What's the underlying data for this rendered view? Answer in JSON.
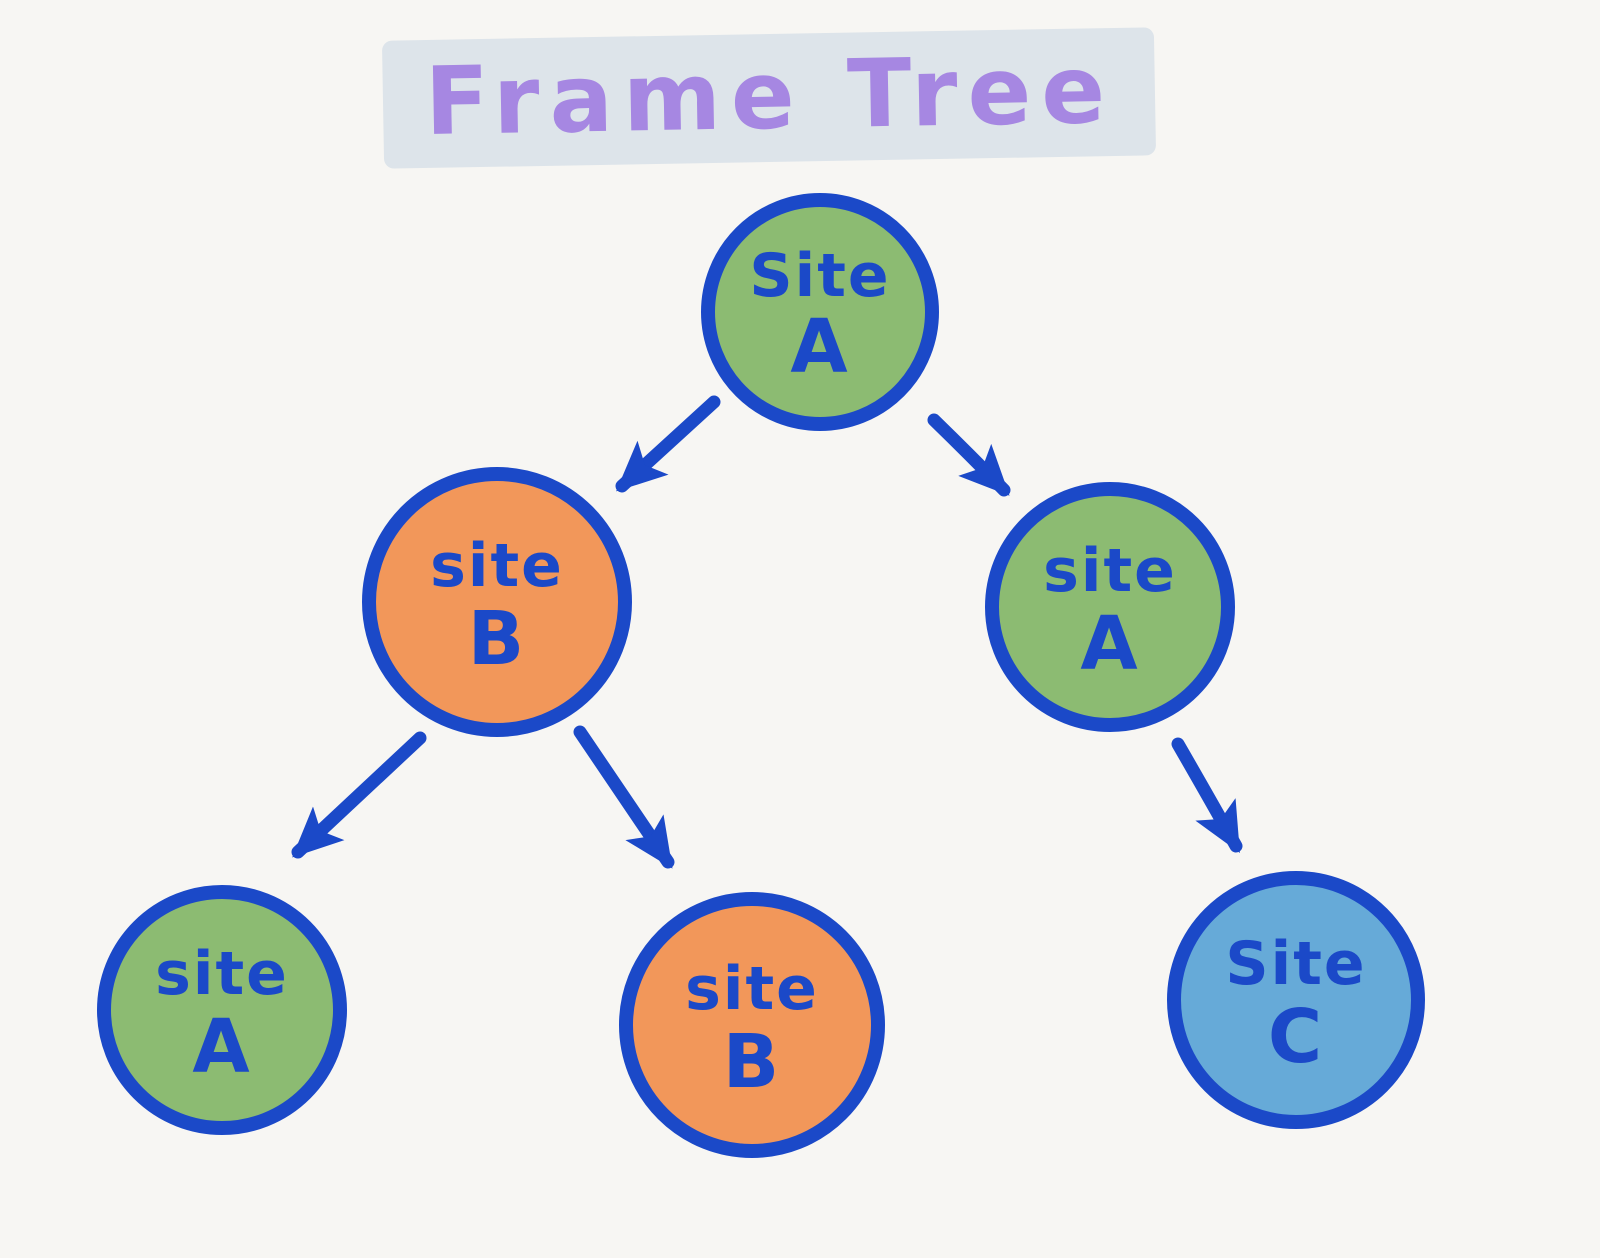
{
  "title": "Frame Tree",
  "colors": {
    "background": "#f7f6f3",
    "highlight": "#dde4ea",
    "title": "#a687e2",
    "stroke": "#1b49c8",
    "text": "#1b49c8",
    "green": "#8cbb72",
    "orange": "#f2975a",
    "blue": "#66aad8"
  },
  "nodes": [
    {
      "id": "root",
      "line1": "Site",
      "line2": "A",
      "fill": "#8cbb72"
    },
    {
      "id": "site-b",
      "line1": "site",
      "line2": "B",
      "fill": "#f2975a"
    },
    {
      "id": "site-a-right",
      "line1": "site",
      "line2": "A",
      "fill": "#8cbb72"
    },
    {
      "id": "site-a-leaf",
      "line1": "site",
      "line2": "A",
      "fill": "#8cbb72"
    },
    {
      "id": "site-b-leaf",
      "line1": "site",
      "line2": "B",
      "fill": "#f2975a"
    },
    {
      "id": "site-c-leaf",
      "line1": "Site",
      "line2": "C",
      "fill": "#66aad8"
    }
  ],
  "edges": [
    {
      "from": "root",
      "to": "site-b"
    },
    {
      "from": "root",
      "to": "site-a-right"
    },
    {
      "from": "site-b",
      "to": "site-a-leaf"
    },
    {
      "from": "site-b",
      "to": "site-b-leaf"
    },
    {
      "from": "site-a-right",
      "to": "site-c-leaf"
    }
  ]
}
